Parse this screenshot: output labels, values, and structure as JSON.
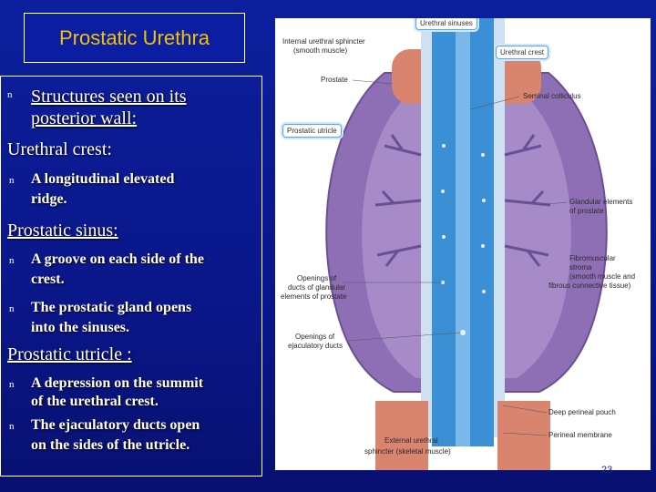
{
  "slide": {
    "title": "Prostatic Urethra",
    "page_number": "23"
  },
  "text": {
    "intro_line1": "Structures seen on its",
    "intro_line2": "posterior wall:",
    "crest_heading": "Urethral crest:",
    "crest_b1_line1": "A longitudinal  elevated",
    "crest_b1_line2": "ridge.",
    "sinus_heading": "Prostatic sinus:",
    "sinus_b1_line1": "A groove on each side of the",
    "sinus_b1_line2": "crest.",
    "sinus_b2_line1": "The prostatic gland opens",
    "sinus_b2_line2": "into the sinuses.",
    "utricle_heading": "Prostatic utricle :",
    "utricle_b1_line1": "A depression on the summit",
    "utricle_b1_line2": "of the urethral crest.",
    "utricle_b2_line1": "The ejaculatory ducts open",
    "utricle_b2_line2": "on the sides of the utricle."
  },
  "bullet_glyph": "n",
  "diagram": {
    "callout_urethral_sinuses": "Urethral sinuses",
    "callout_urethral_crest": "Urethral crest",
    "callout_prostatic_utricle": "Prostatic utricle",
    "label_internal_sphincter_1": "Internal urethral sphincter",
    "label_internal_sphincter_2": "(smooth muscle)",
    "label_prostate": "Prostate",
    "label_seminal_colliculus": "Seminal colliculus",
    "label_glandular_1": "Glandular elements",
    "label_glandular_2": "of prostate",
    "label_fibromuscular_1": "Fibromuscular",
    "label_fibromuscular_2": "stroma",
    "label_fibromuscular_3": "(smooth muscle and",
    "label_fibromuscular_4": "fibrous connective tissue)",
    "label_openings_ducts_1": "Openings of",
    "label_openings_ducts_2": "ducts of glandular",
    "label_openings_ducts_3": "elements of prostate",
    "label_openings_ejac_1": "Openings of",
    "label_openings_ejac_2": "ejaculatory ducts",
    "label_deep_perineal": "Deep perineal pouch",
    "label_perineal_membrane": "Perineal membrane",
    "label_external_sphincter_1": "External urethral",
    "label_external_sphincter_2": "sphincter (skeletal muscle)"
  },
  "colors": {
    "background": "#0a1a8a",
    "title": "#f2c200",
    "text": "#ffffff",
    "prostate": "#8e6fb5",
    "urethra": "#3b8fd4",
    "muscle": "#d9846f"
  }
}
